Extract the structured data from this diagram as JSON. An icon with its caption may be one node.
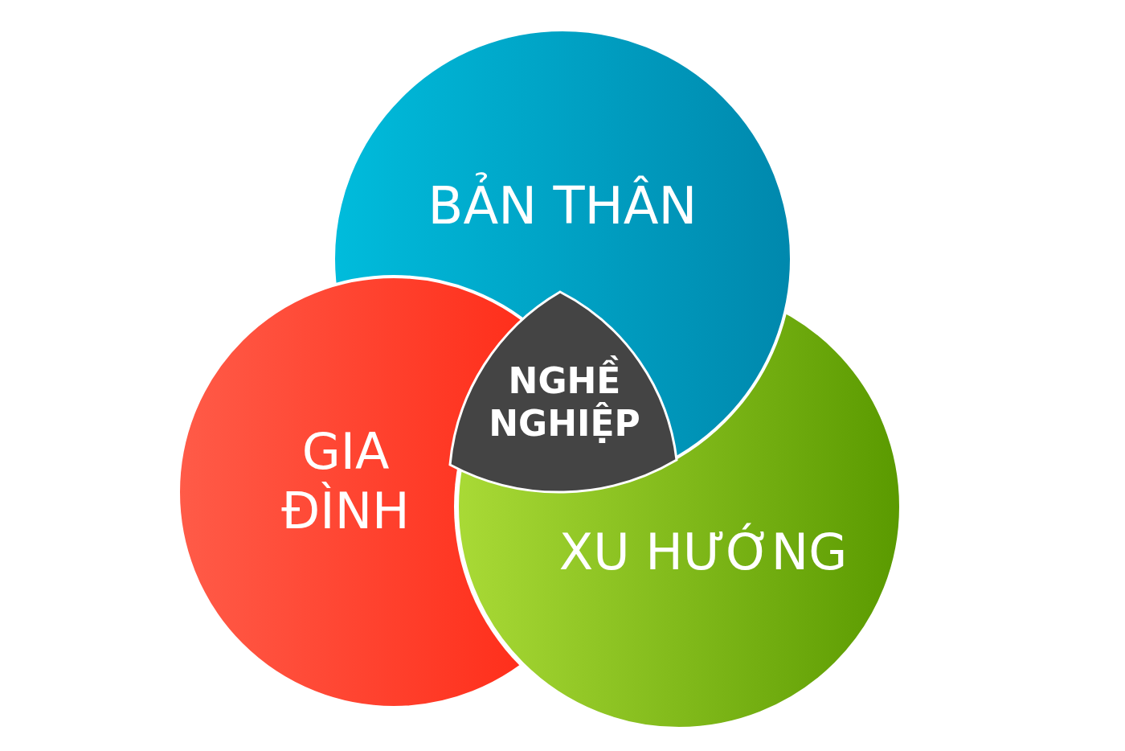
{
  "diagram": {
    "nodes": [
      {
        "text": [
          "BẢN THÂN"
        ]
      },
      {
        "text": [
          "GIA ĐÌNH"
        ]
      },
      {
        "text": [
          "XU HƯỚNG"
        ]
      },
      {
        "text": [
          "NGHỀ NGHIỆP"
        ]
      }
    ]
  }
}
